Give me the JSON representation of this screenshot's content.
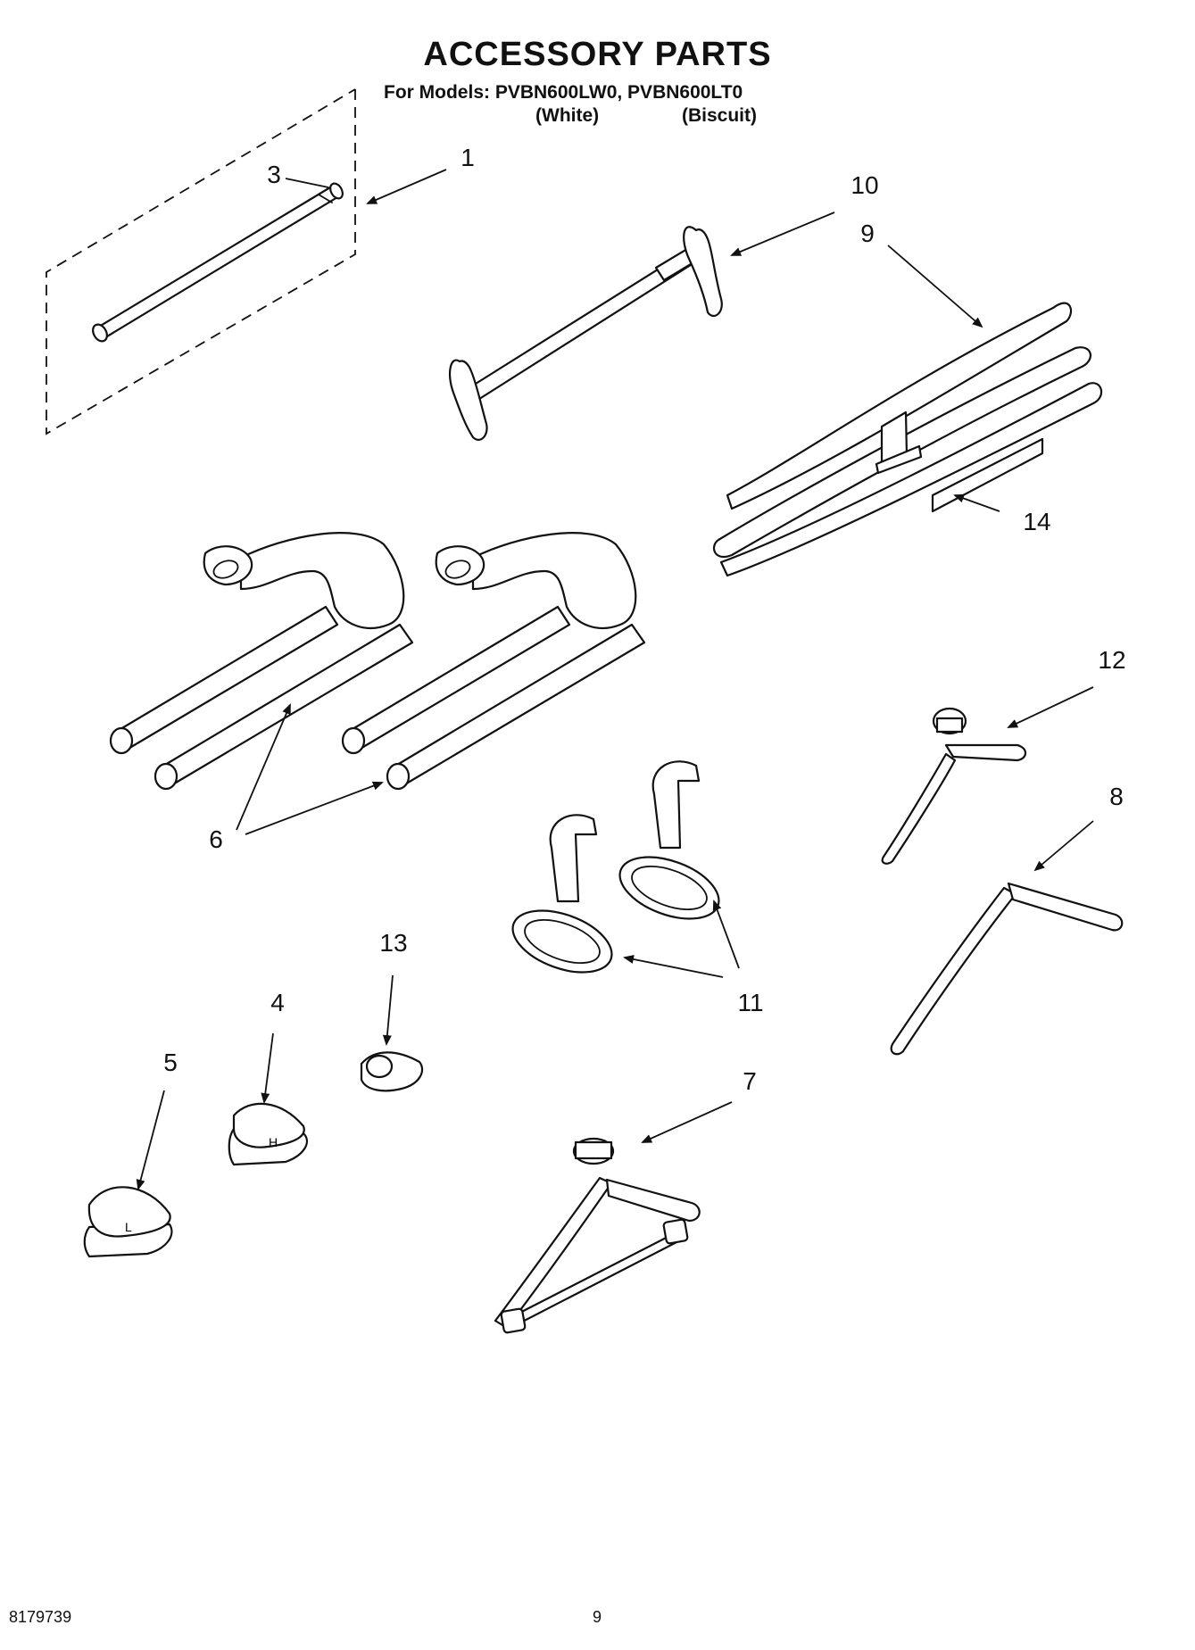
{
  "header": {
    "title": "ACCESSORY PARTS",
    "models_line": "For Models: PVBN600LW0, PVBN600LT0",
    "color_white": "(White)",
    "color_biscuit": "(Biscuit)"
  },
  "callouts": {
    "c1": "1",
    "c3": "3",
    "c10": "10",
    "c9": "9",
    "c14": "14",
    "c6": "6",
    "c12": "12",
    "c8": "8",
    "c13": "13",
    "c11": "11",
    "c4": "4",
    "c5": "5",
    "c7": "7"
  },
  "footer": {
    "doc_number": "8179739",
    "page_number": "9"
  }
}
